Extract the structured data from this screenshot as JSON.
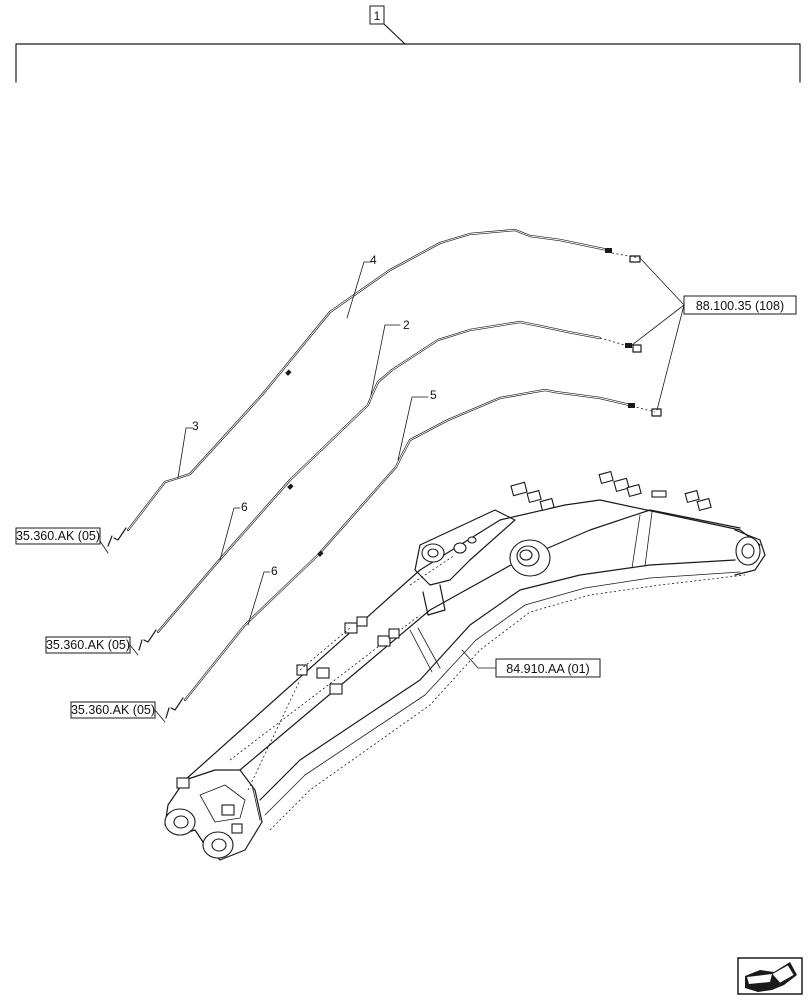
{
  "assembly": {
    "item_number": "1"
  },
  "callouts": {
    "item_2": "2",
    "item_3": "3",
    "item_4": "4",
    "item_5": "5",
    "item_6a": "6",
    "item_6b": "6"
  },
  "references": {
    "ref_88_100_35": "88.100.35 (108)",
    "ref_84_910_AA": "84.910.AA (01)",
    "ref_35_360_AK_a": "35.360.AK (05)",
    "ref_35_360_AK_b": "35.360.AK (05)",
    "ref_35_360_AK_c": "35.360.AK (05)"
  },
  "icons": {
    "nav": "next-page-arrow-icon"
  }
}
